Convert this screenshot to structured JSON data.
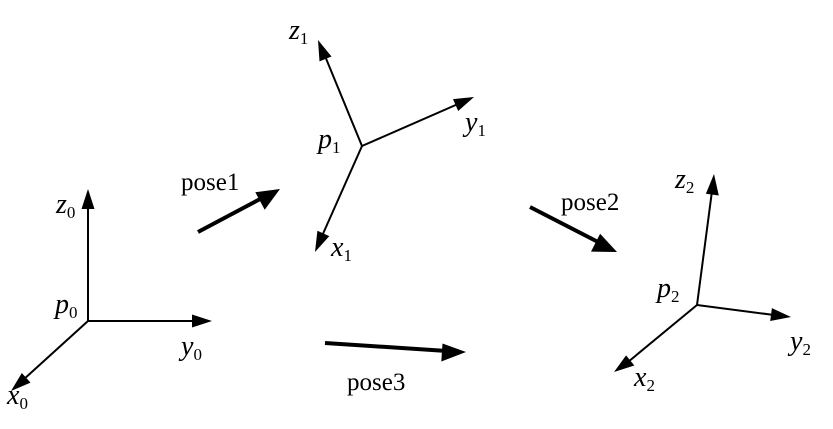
{
  "frames": [
    {
      "id": "0",
      "origin": {
        "var": "p",
        "sub": "0"
      },
      "axes": [
        {
          "axis": "z",
          "var": "z",
          "sub": "0"
        },
        {
          "axis": "y",
          "var": "y",
          "sub": "0"
        },
        {
          "axis": "x",
          "var": "x",
          "sub": "0"
        }
      ]
    },
    {
      "id": "1",
      "origin": {
        "var": "p",
        "sub": "1"
      },
      "axes": [
        {
          "axis": "z",
          "var": "z",
          "sub": "1"
        },
        {
          "axis": "y",
          "var": "y",
          "sub": "1"
        },
        {
          "axis": "x",
          "var": "x",
          "sub": "1"
        }
      ]
    },
    {
      "id": "2",
      "origin": {
        "var": "p",
        "sub": "2"
      },
      "axes": [
        {
          "axis": "z",
          "var": "z",
          "sub": "2"
        },
        {
          "axis": "y",
          "var": "y",
          "sub": "2"
        },
        {
          "axis": "x",
          "var": "x",
          "sub": "2"
        }
      ]
    }
  ],
  "transforms": [
    {
      "label": "pose1",
      "from": "0",
      "to": "1"
    },
    {
      "label": "pose2",
      "from": "1",
      "to": "2"
    },
    {
      "label": "pose3",
      "from": "0",
      "to": "2"
    }
  ]
}
